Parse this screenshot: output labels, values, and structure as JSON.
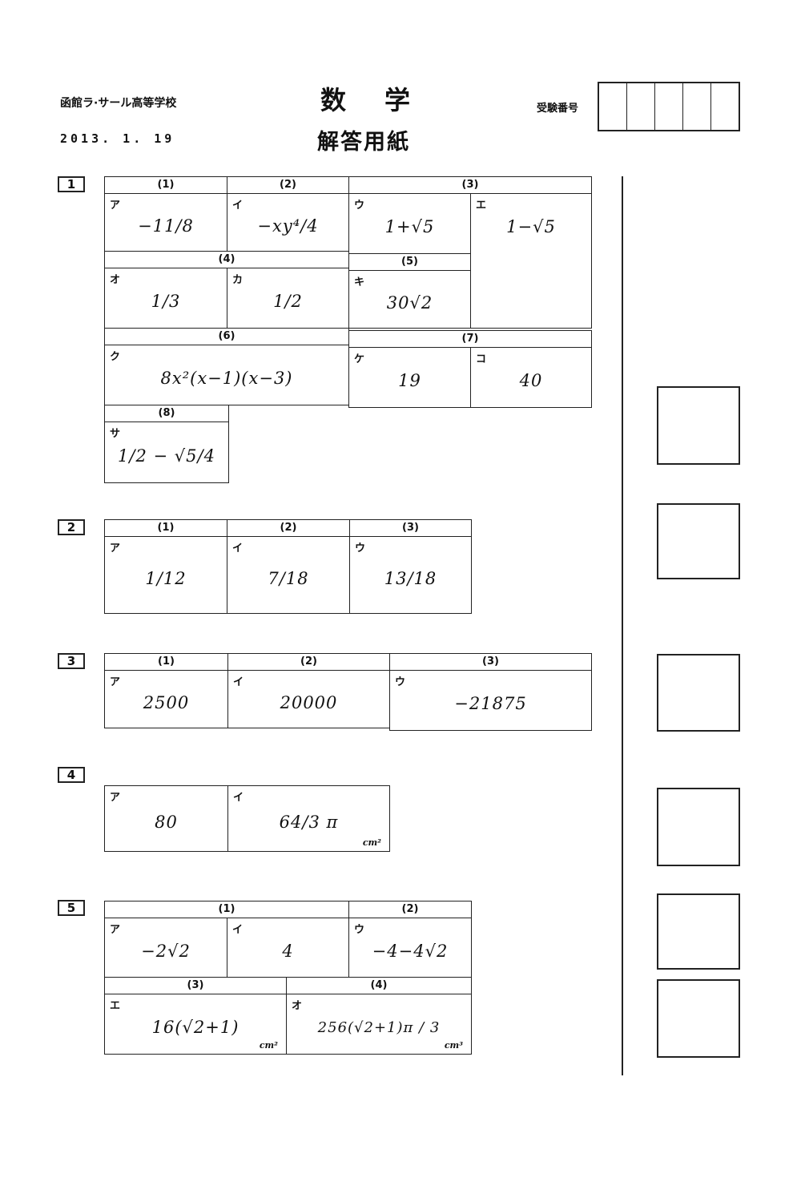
{
  "header": {
    "school": "函館ラ·サール高等学校",
    "date": "2013. 1. 19",
    "subject": "数学",
    "sheet_title": "解答用紙",
    "exam_number_label": "受験番号"
  },
  "q1": {
    "num": "1",
    "h1": "(1)",
    "h2": "(2)",
    "h3": "(3)",
    "h4": "(4)",
    "h5": "(5)",
    "h6": "(6)",
    "h7": "(7)",
    "h8": "(8)",
    "a": {
      "label": "ア",
      "answer": "−11/8"
    },
    "i": {
      "label": "イ",
      "answer": "−xy⁴/4"
    },
    "u": {
      "label": "ウ",
      "answer": "1+√5"
    },
    "e": {
      "label": "エ",
      "answer": "1−√5"
    },
    "o": {
      "label": "オ",
      "answer": "1/3"
    },
    "ka": {
      "label": "カ",
      "answer": "1/2"
    },
    "ki": {
      "label": "キ",
      "answer": "30√2"
    },
    "ku": {
      "label": "ク",
      "answer": "8x²(x−1)(x−3)"
    },
    "ke": {
      "label": "ケ",
      "answer": "19"
    },
    "ko": {
      "label": "コ",
      "answer": "40"
    },
    "sa": {
      "label": "サ",
      "answer": "1/2 − √5/4"
    }
  },
  "q2": {
    "num": "2",
    "h1": "(1)",
    "h2": "(2)",
    "h3": "(3)",
    "a": {
      "label": "ア",
      "answer": "1/12"
    },
    "i": {
      "label": "イ",
      "answer": "7/18"
    },
    "u": {
      "label": "ウ",
      "answer": "13/18"
    }
  },
  "q3": {
    "num": "3",
    "h1": "(1)",
    "h2": "(2)",
    "h3": "(3)",
    "a": {
      "label": "ア",
      "answer": "2500"
    },
    "i": {
      "label": "イ",
      "answer": "20000"
    },
    "u": {
      "label": "ウ",
      "answer": "−21875"
    }
  },
  "q4": {
    "num": "4",
    "a": {
      "label": "ア",
      "answer": "80"
    },
    "i": {
      "label": "イ",
      "answer": "64/3 π",
      "unit": "cm²"
    }
  },
  "q5": {
    "num": "5",
    "h1": "(1)",
    "h2": "(2)",
    "h3": "(3)",
    "h4": "(4)",
    "a": {
      "label": "ア",
      "answer": "−2√2"
    },
    "i": {
      "label": "イ",
      "answer": "4"
    },
    "u": {
      "label": "ウ",
      "answer": "−4−4√2"
    },
    "e": {
      "label": "エ",
      "answer": "16(√2+1)",
      "unit": "cm²"
    },
    "o": {
      "label": "オ",
      "answer": "256(√2+1)π / 3",
      "unit": "cm³"
    }
  }
}
